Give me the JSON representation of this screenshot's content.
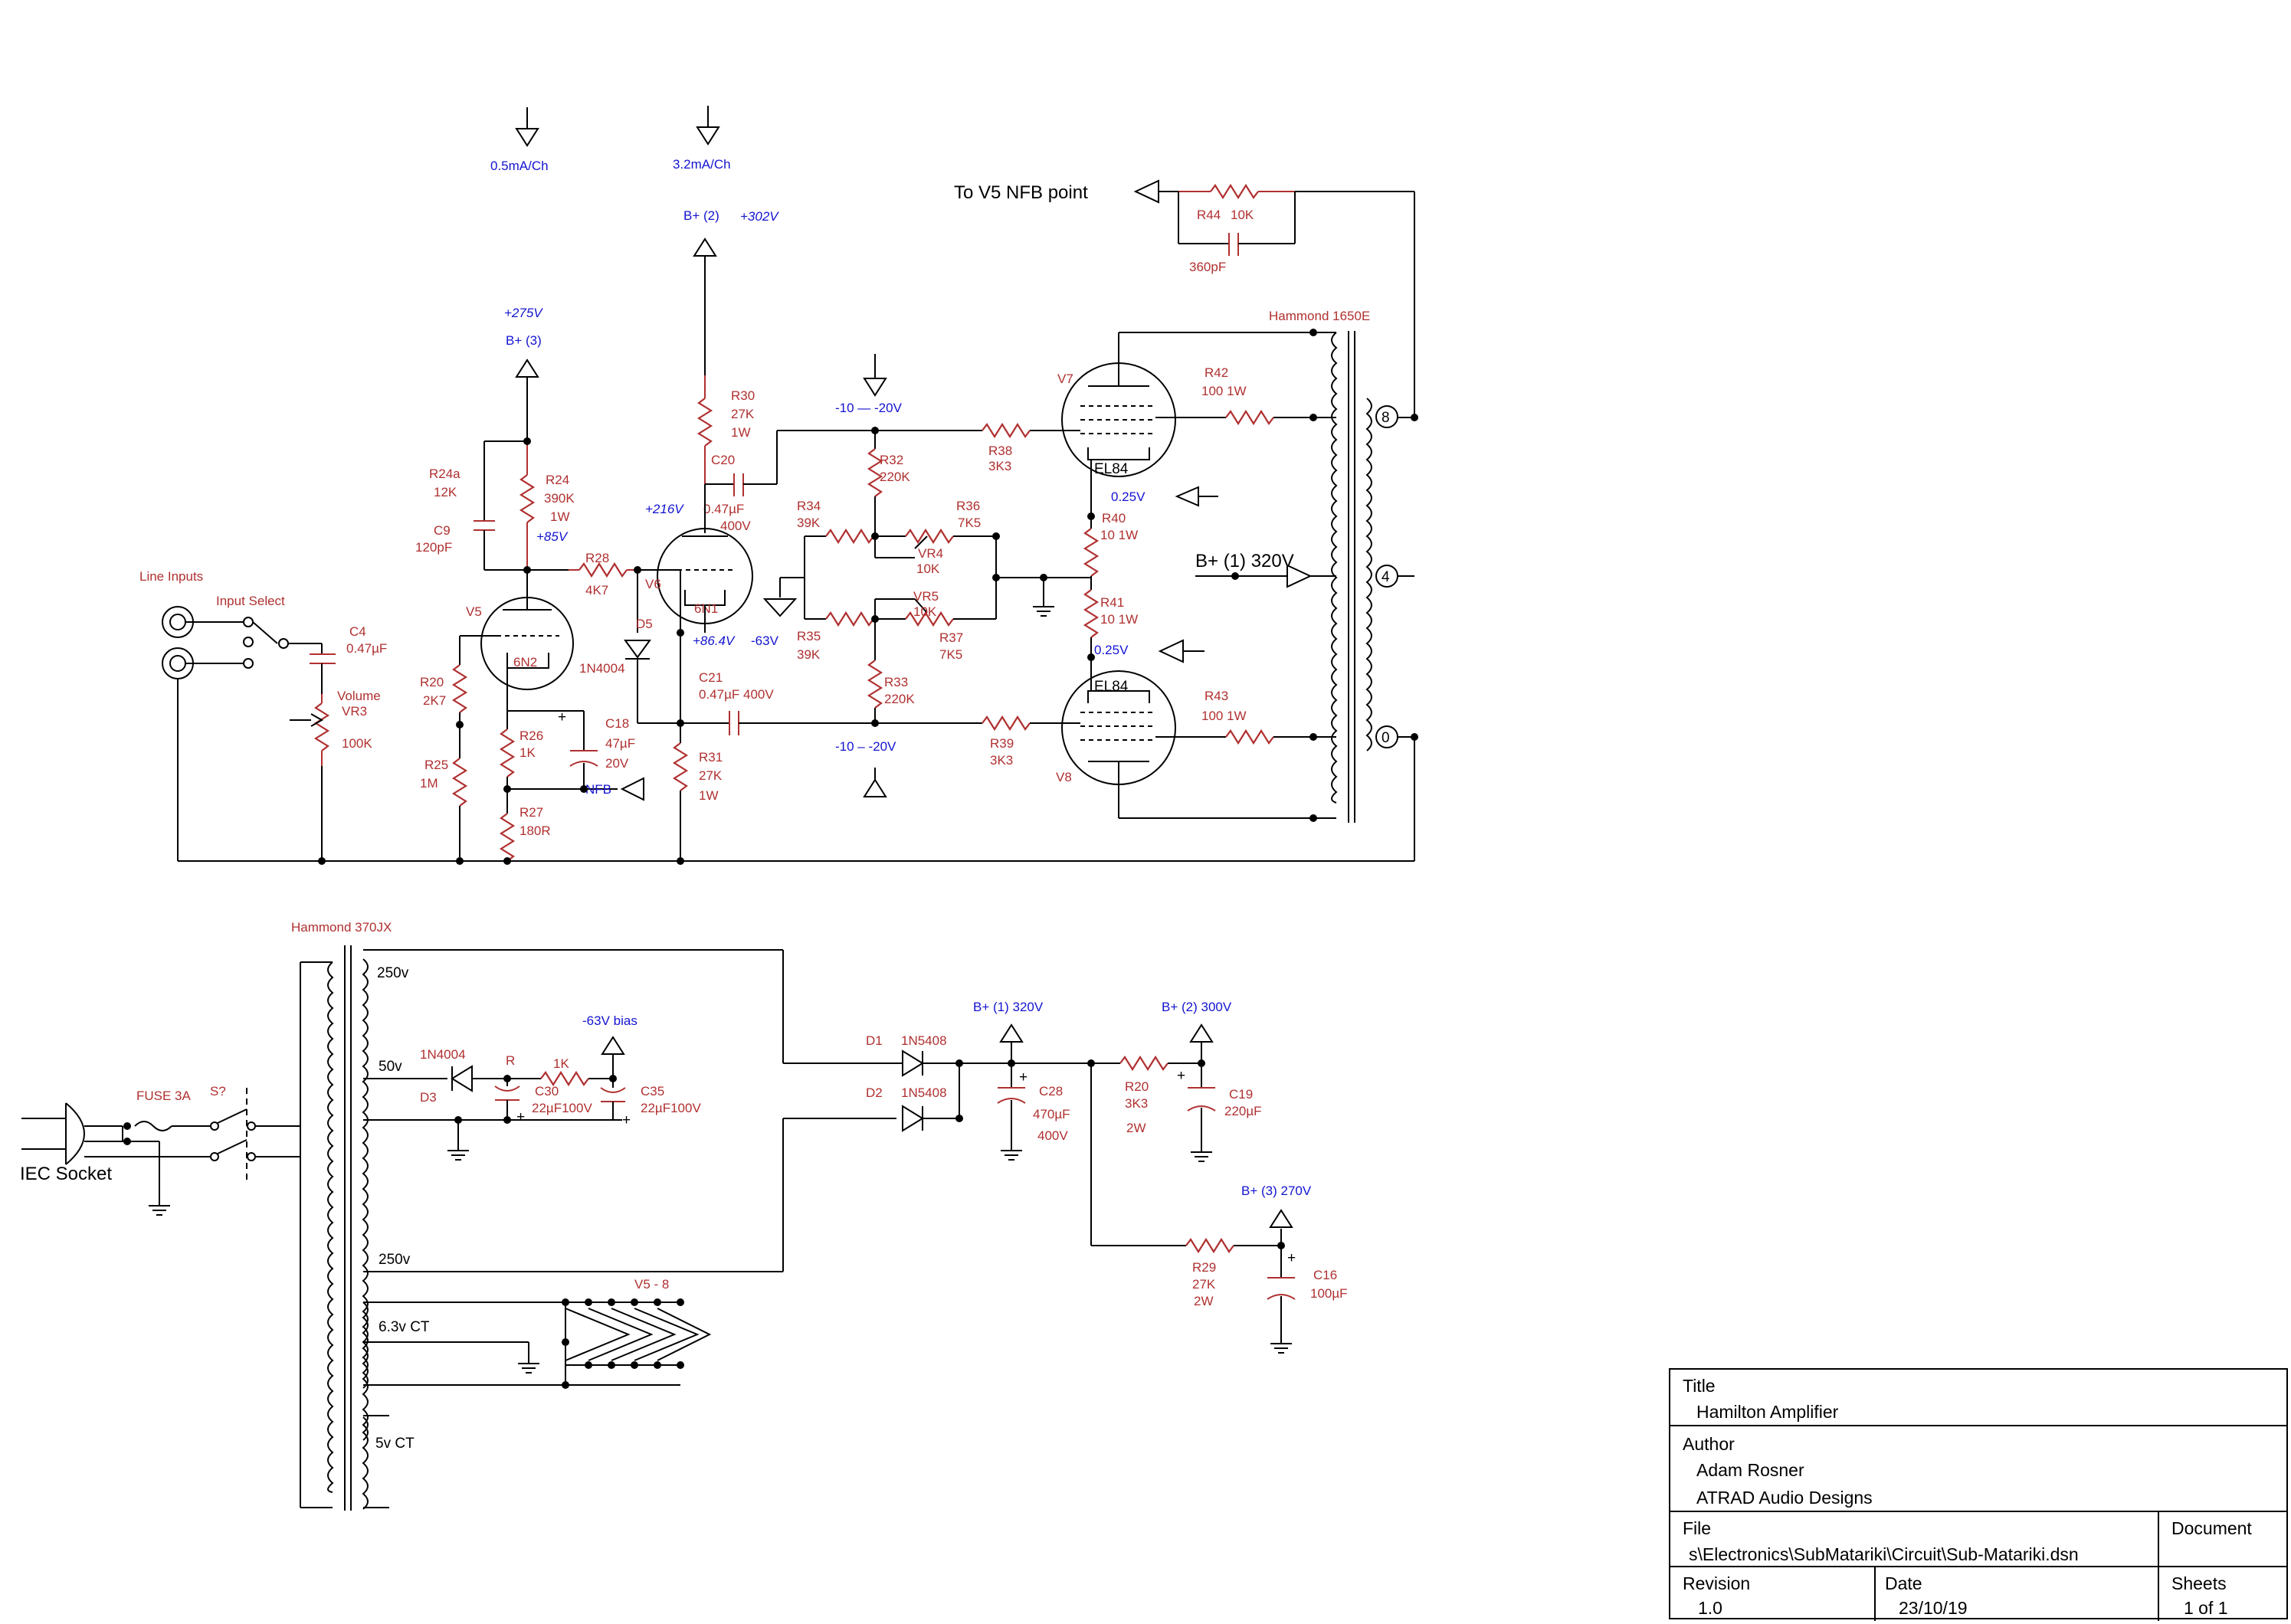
{
  "labels": {
    "current_05": "0.5mA/Ch",
    "current_32": "3.2mA/Ch",
    "to_v5_nfb": "To V5 NFB point",
    "r44": "R44",
    "r44_val": "10K",
    "c_360": "360pF",
    "hammond_1650e": "Hammond 1650E",
    "bplus2": "B+ (2)",
    "v302": "+302V",
    "v275": "+275V",
    "bplus3": "B+ (3)",
    "r30": "R30",
    "r30_v": "27K",
    "r30_w": "1W",
    "c20": "C20",
    "c20_v": "0.47µF",
    "c20_w": "400V",
    "r24a": "R24a",
    "r24a_v": "12K",
    "r24": "R24",
    "r24_v": "390K",
    "r24_w": "1W",
    "c9": "C9",
    "c9_v": "120pF",
    "v85": "+85V",
    "v216": "+216V",
    "r28": "R28",
    "r28_v": "4K7",
    "v6": "V6",
    "tube_6n1": "6N1",
    "v5": "V5",
    "tube_6n2": "6N2",
    "line_inputs": "Line Inputs",
    "input_select": "Input Select",
    "c4": "C4",
    "c4_v": "0.47µF",
    "volume": "Volume",
    "vr3": "VR3",
    "vr3_v": "100K",
    "r20": "R20",
    "r20_v": "2K7",
    "r25": "R25",
    "r25_v": "1M",
    "r26": "R26",
    "r26_v": "1K",
    "r27": "R27",
    "r27_v": "180R",
    "c18": "C18",
    "c18_v": "47µF",
    "c18_w": "20V",
    "nfb": "NFB",
    "d5": "D5",
    "d5_v": "1N4004",
    "v864": "+86.4V",
    "v63": "-63V",
    "c21": "C21",
    "c21_v": "0.47µF 400V",
    "r31": "R31",
    "r31_v": "27K",
    "r31_w": "1W",
    "bias_top": "-10 — -20V",
    "bias_bot": "-10 – -20V",
    "r32": "R32",
    "r32_v": "220K",
    "r33": "R33",
    "r33_v": "220K",
    "r34": "R34",
    "r34_v": "39K",
    "r35": "R35",
    "r35_v": "39K",
    "r36": "R36",
    "r36_v": "7K5",
    "r37": "R37",
    "r37_v": "7K5",
    "vr4": "VR4",
    "vr4_v": "10K",
    "vr5": "VR5",
    "vr5_v": "10K",
    "r38": "R38",
    "r38_v": "3K3",
    "r39": "R39",
    "r39_v": "3K3",
    "v7": "V7",
    "v8": "V8",
    "el84a": "EL84",
    "el84b": "EL84",
    "r42": "R42",
    "r42_v": "100  1W",
    "r43": "R43",
    "r43_v": "100  1W",
    "r40": "R40",
    "r40_v": "10  1W",
    "r41": "R41",
    "r41_v": "10  1W",
    "v025a": "0.25V",
    "v025b": "0.25V",
    "bplus1": "B+ (1)  320V",
    "tap8": "8",
    "tap4": "4",
    "tap0": "0",
    "hammond_370jx": "Hammond 370JX",
    "s250a": "250v",
    "s50": "50v",
    "s250b": "250v",
    "s63ct": "6.3v CT",
    "s5ct": "5v CT",
    "d3": "D3",
    "d3_v": "1N4004",
    "r_bias": "R",
    "r_1k": "1K",
    "c30": "C30",
    "c30_v": "22µF100V",
    "c35": "C35",
    "c35_v": "22µF100V",
    "bias63": "-63V bias",
    "fuse": "FUSE 3A",
    "switch": "S?",
    "iec": "IEC Socket",
    "d1": "D1",
    "d1_v": "1N5408",
    "d2": "D2",
    "d2_v": "1N5408",
    "bp1_320": "B+ (1) 320V",
    "bp2_300": "B+ (2) 300V",
    "bp3_270": "B+ (3) 270V",
    "c28": "C28",
    "c28_v": "470µF",
    "c28_w": "400V",
    "r20b": "R20",
    "r20b_v": "3K3",
    "r20b_w": "2W",
    "c19": "C19",
    "c19_v": "220µF",
    "r29": "R29",
    "r29_v": "27K",
    "r29_w": "2W",
    "c16": "C16",
    "c16_v": "100µF",
    "v58": "V5 - 8"
  },
  "title_block": {
    "title_hd": "Title",
    "title": "Hamilton Amplifier",
    "author_hd": "Author",
    "author": "Adam Rosner",
    "company": "ATRAD Audio Designs",
    "file_hd": "File",
    "file": "s\\Electronics\\SubMatariki\\Circuit\\Sub-Matariki.dsn",
    "document_hd": "Document",
    "revision_hd": "Revision",
    "revision": "1.0",
    "date_hd": "Date",
    "date": "23/10/19",
    "sheets_hd": "Sheets",
    "sheets": "1 of 1"
  }
}
